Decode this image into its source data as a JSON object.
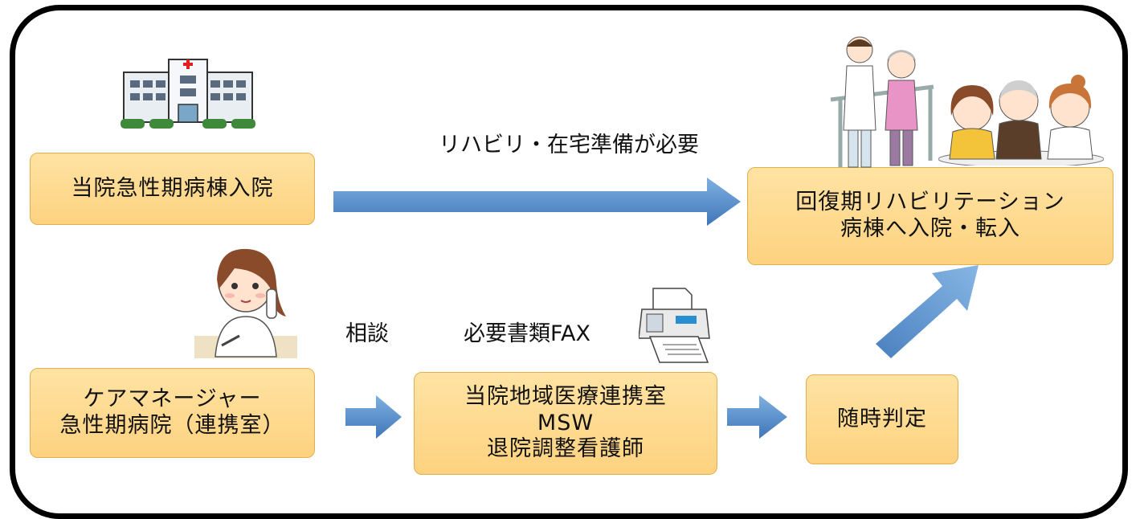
{
  "nodes": {
    "acute_admission": "当院急性期病棟入院",
    "rehab_ward": {
      "line1": "回復期リハビリテーション",
      "line2": "病棟へ入院・転入"
    },
    "care_manager": {
      "line1": "ケアマネージャー",
      "line2": "急性期病院（連携室）"
    },
    "liaison_office": {
      "line1": "当院地域医療連携室",
      "line2": "MSW",
      "line3": "退院調整看護師"
    },
    "assessment": "随時判定"
  },
  "edge_labels": {
    "rehab_needed": "リハビリ・在宅準備が必要",
    "consultation": "相談",
    "fax_documents": "必要書類FAX"
  },
  "colors": {
    "box_fill": "#fdd27f",
    "box_border": "#e0b04a",
    "arrow": "#5b8fc9",
    "frame": "#000000"
  },
  "icons": [
    "hospital-icon",
    "nurse-on-phone-icon",
    "fax-machine-icon",
    "rehabilitation-icon",
    "family-icon"
  ]
}
